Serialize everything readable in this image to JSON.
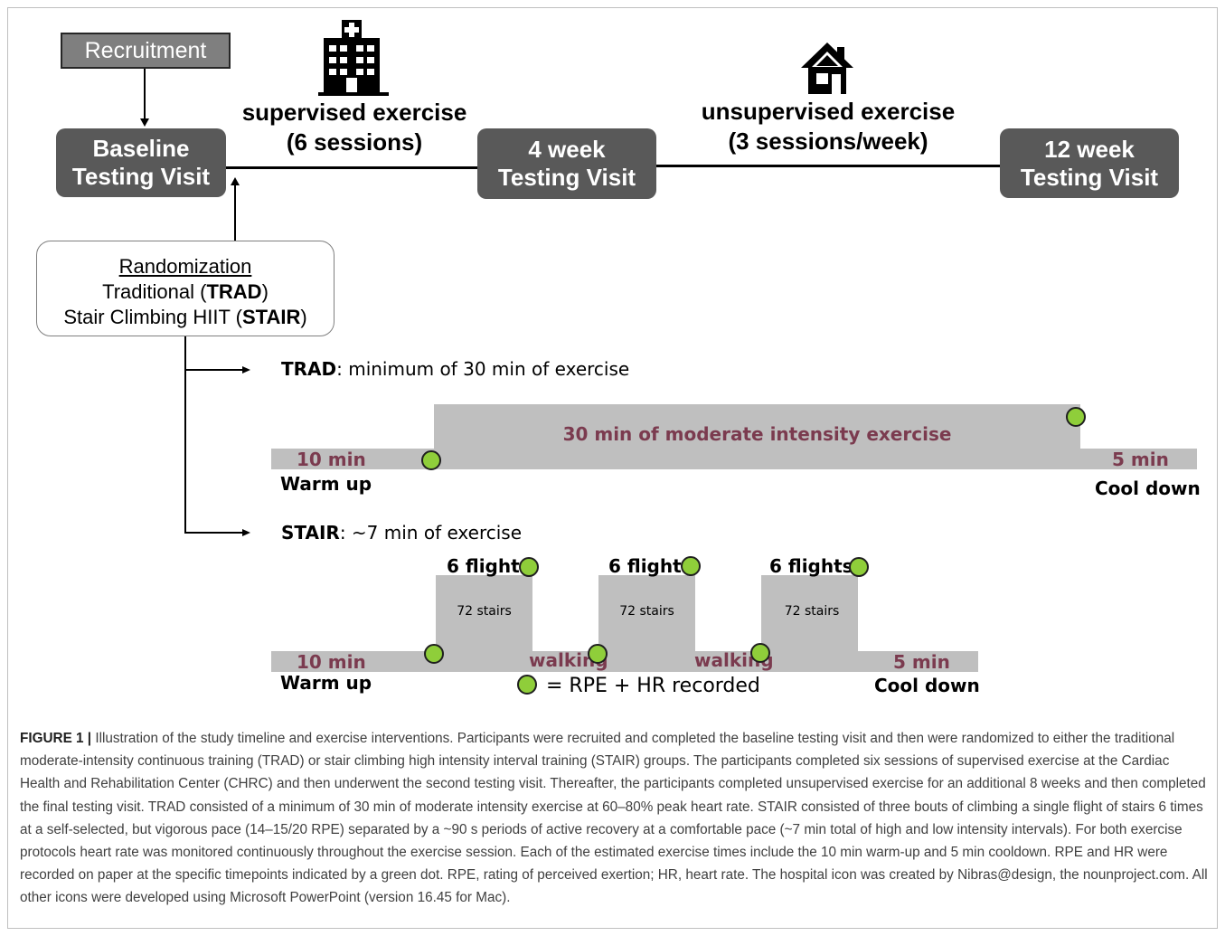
{
  "timeline": {
    "recruitment": "Recruitment",
    "baseline": [
      "Baseline",
      "Testing Visit"
    ],
    "week4": [
      "4 week",
      "Testing Visit"
    ],
    "week12": [
      "12 week",
      "Testing Visit"
    ],
    "supervised": [
      "supervised exercise",
      "(6 sessions)"
    ],
    "unsupervised": [
      "unsupervised exercise",
      "(3 sessions/week)"
    ],
    "hospital_icon": "hospital-icon",
    "house_icon": "house-icon"
  },
  "randomization": {
    "title": "Randomization",
    "trad_prefix": "Traditional (",
    "trad_bold": "TRAD",
    "trad_suffix": ")",
    "stair_prefix": "Stair Climbing HIIT (",
    "stair_bold": "STAIR",
    "stair_suffix": ")"
  },
  "trad": {
    "heading_bold": "TRAD",
    "heading_rest": ": minimum of 30 min of exercise",
    "main_label": "30 min of moderate intensity exercise",
    "warm_time": "10 min",
    "warm_label": "Warm up",
    "cool_time": "5 min",
    "cool_label": "Cool down"
  },
  "stair": {
    "heading_bold": "STAIR",
    "heading_rest": ": ~7 min of exercise",
    "flights": [
      "6 flights",
      "6 flights",
      "6 flights"
    ],
    "stairs": [
      "72 stairs",
      "72 stairs",
      "72 stairs"
    ],
    "walking": [
      "walking",
      "walking"
    ],
    "warm_time": "10 min",
    "warm_label": "Warm up",
    "cool_time": "5 min",
    "cool_label": "Cool down"
  },
  "legend": {
    "text": "= RPE + HR recorded"
  },
  "colors": {
    "box": "#595959",
    "bar": "#bfbfbf",
    "dot": "#8fce3a",
    "label": "#7b3b4f"
  },
  "caption": {
    "label": "FIGURE 1 |",
    "text": " Illustration of the study timeline and exercise interventions. Participants were recruited and completed the baseline testing visit and then were randomized to either the traditional moderate-intensity continuous training (TRAD) or stair climbing high intensity interval training (STAIR) groups. The participants completed six sessions of supervised exercise at the Cardiac Health and Rehabilitation Center (CHRC) and then underwent the second testing visit. Thereafter, the participants completed unsupervised exercise for an additional 8 weeks and then completed the final testing visit. TRAD consisted of a minimum of 30 min of moderate intensity exercise at 60–80% peak heart rate. STAIR consisted of three bouts of climbing a single flight of stairs 6 times at a self-selected, but vigorous pace (14–15/20 RPE) separated by a ~90 s periods of active recovery at a comfortable pace (~7 min total of high and low intensity intervals). For both exercise protocols heart rate was monitored continuously throughout the exercise session. Each of the estimated exercise times include the 10 min warm-up and 5 min cooldown. RPE and HR were recorded on paper at the specific timepoints indicated by a green dot. RPE, rating of perceived exertion; HR, heart rate. The hospital icon was created by Nibras@design, the nounproject.com. All other icons were developed using Microsoft PowerPoint (version 16.45 for Mac)."
  }
}
